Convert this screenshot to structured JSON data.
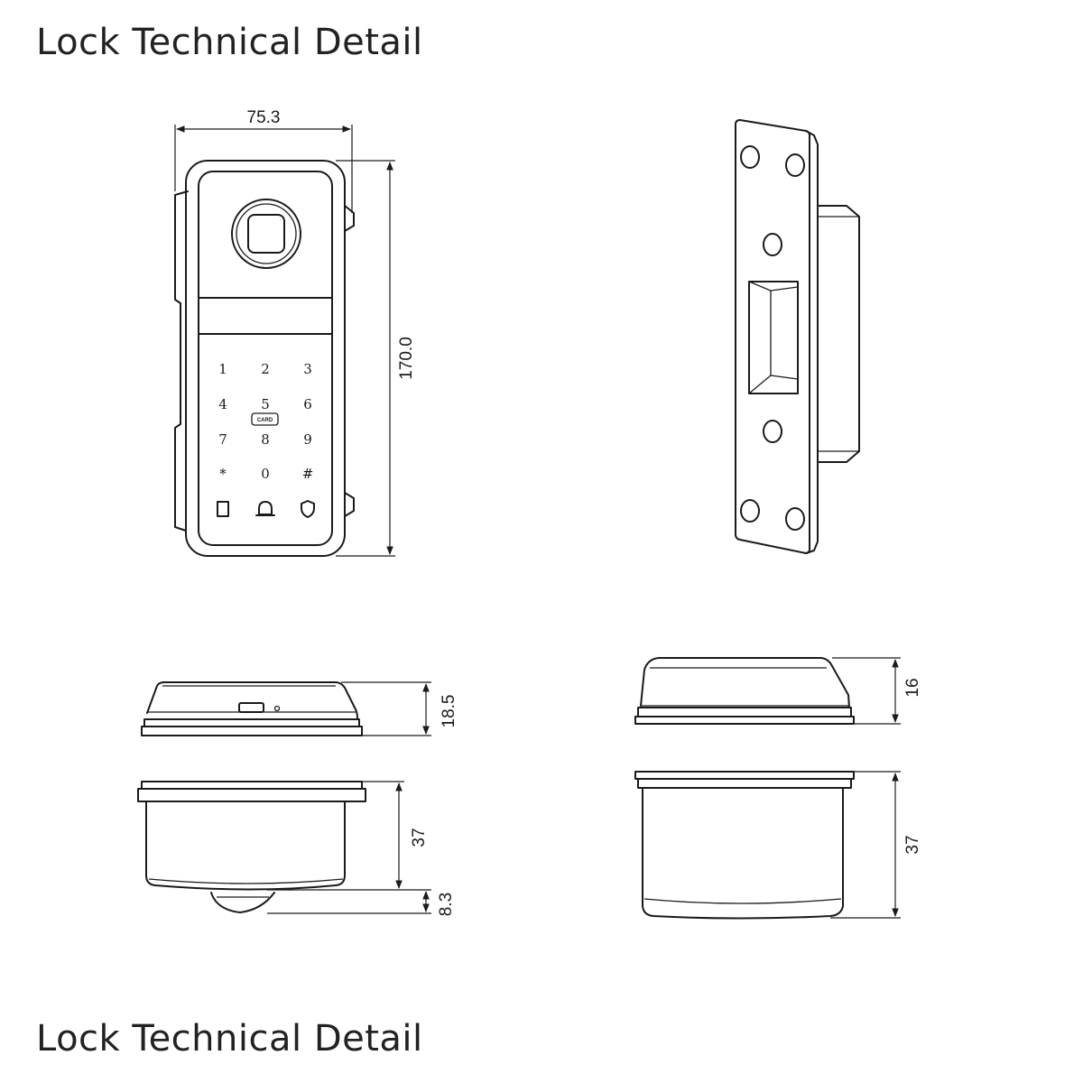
{
  "title_top": "Lock Technical Detail",
  "title_bottom": "Lock Technical Detail",
  "dimensions": {
    "width": "75.3",
    "height": "170.0",
    "front_body_thickness": "18.5",
    "front_box_depth": "37",
    "front_knob_depth": "8.3",
    "strike_body_thickness": "16",
    "strike_box_depth": "37"
  },
  "keypad": {
    "keys": [
      "1",
      "2",
      "3",
      "4",
      "5",
      "6",
      "7",
      "8",
      "9",
      "*",
      "0",
      "#"
    ],
    "card_label": "CARD"
  },
  "icons": [
    "card-reader-icon",
    "doorbell-icon",
    "shield-icon"
  ]
}
